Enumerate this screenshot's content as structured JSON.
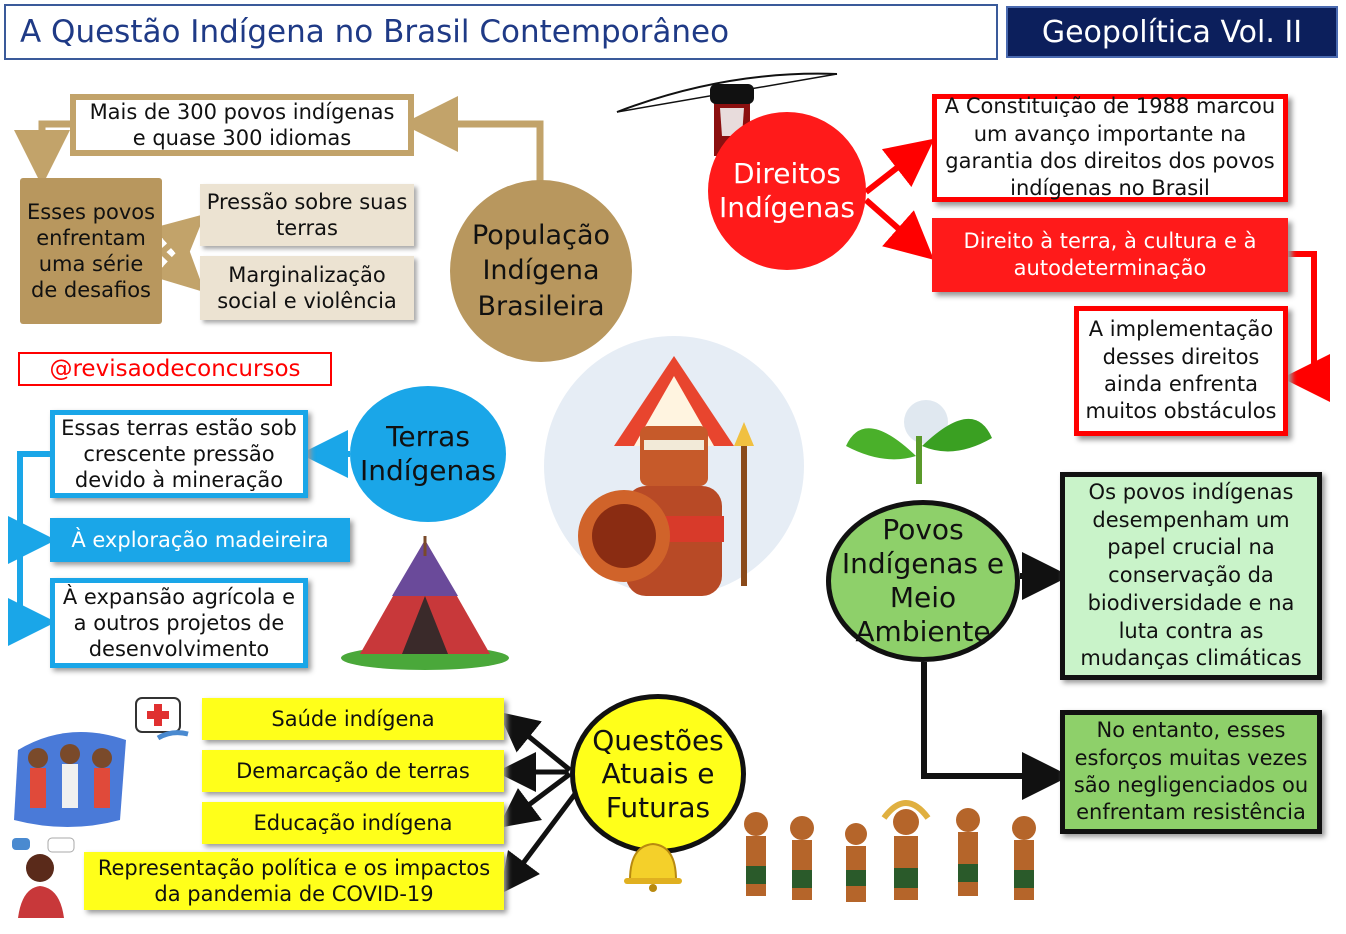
{
  "header": {
    "title": "A Questão Indígena no Brasil Contemporâneo",
    "volume": "Geopolítica Vol. II"
  },
  "social_handle": "@revisaodeconcursos",
  "populacao": {
    "node": "População Indígena Brasileira",
    "fact_line1": "Mais de 300 povos indígenas",
    "fact_line2": "e quase 300 idiomas",
    "challenges": "Esses povos enfrentam uma série de desafios",
    "pressure": "Pressão sobre suas terras",
    "marginalization": "Marginalização social e violência"
  },
  "direitos": {
    "node": "Direitos Indígenas",
    "constitution": "A Constituição de 1988 marcou um avanço importante na garantia dos direitos dos povos indígenas no Brasil",
    "rights": "Direito à terra, à cultura e à autodeterminação",
    "obstacles": "A implementação desses direitos ainda enfrenta muitos obstáculos"
  },
  "terras": {
    "node": "Terras Indígenas",
    "mining": "Essas terras estão sob crescente pressão devido à mineração",
    "logging": "À exploração madeireira",
    "agriculture": "À expansão agrícola e a outros projetos de desenvolvimento"
  },
  "meio_ambiente": {
    "node": "Povos Indígenas e Meio Ambiente",
    "role": "Os povos indígenas desempenham um papel crucial na conservação da biodiversidade e na luta contra as mudanças climáticas",
    "neglect": "No entanto, esses esforços muitas vezes são negligenciados ou enfrentam resistência"
  },
  "questoes": {
    "node": "Questões Atuais e Futuras",
    "items": [
      "Saúde indígena",
      "Demarcação de terras",
      "Educação indígena",
      "Representação política e os impactos da pandemia de COVID-19"
    ]
  },
  "colors": {
    "tan": "#b8975e",
    "red": "#ff1a1a",
    "blue": "#1aa6e8",
    "green": "#8ed06a",
    "yellow": "#ffff1a",
    "navy": "#0c1f5c"
  }
}
